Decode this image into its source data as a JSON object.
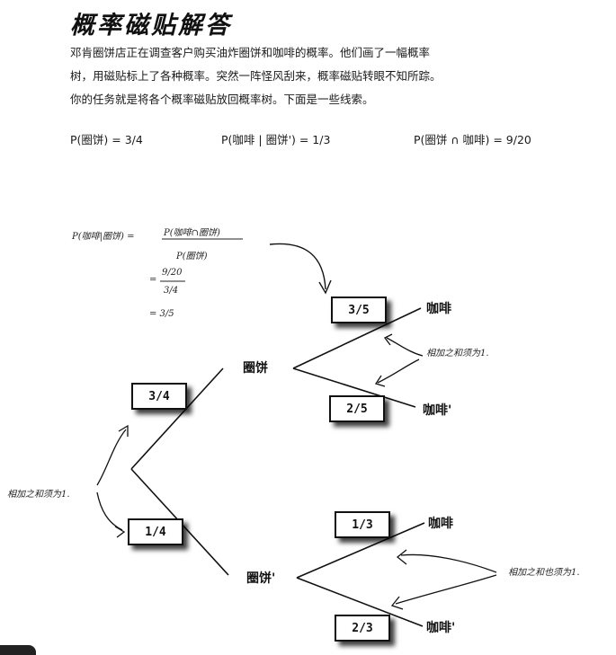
{
  "title": "概率磁贴解答",
  "intro": {
    "line1": "邓肯圈饼店正在调查客户购买油炸圈饼和咖啡的概率。他们画了一幅概率",
    "line2": "树，用磁贴标上了各种概率。突然一阵怪风刮来，概率磁贴转眼不知所踪。",
    "line3": "你的任务就是将各个概率磁贴放回概率树。下面是一些线索。"
  },
  "clues": {
    "clue1": "P(圈饼) = 3/4",
    "clue2": "P(咖啡 | 圈饼') = 1/3",
    "clue3": "P(圈饼 ∩ 咖啡) = 9/20"
  },
  "work": {
    "lhs": "P(咖啡|圈饼) =",
    "numerator": "P(咖啡∩圈饼)",
    "denominator": "P(圈饼)",
    "step_eq": "=",
    "step_num": "9/20",
    "step_den": "3/4",
    "result": "= 3/5"
  },
  "tree": {
    "node_donut": "圈饼",
    "node_not_donut": "圈饼'",
    "leaf_coffee_top": "咖啡",
    "leaf_not_coffee_top": "咖啡'",
    "leaf_coffee_bottom": "咖啡",
    "leaf_not_coffee_bottom": "咖啡'"
  },
  "magnets": {
    "p_donut": "3/4",
    "p_not_donut": "1/4",
    "p_coffee_given_donut": "3/5",
    "p_not_coffee_given_donut": "2/5",
    "p_coffee_given_not_donut": "1/3",
    "p_not_coffee_given_not_donut": "2/3"
  },
  "notes": {
    "sum_top": "相加之和须为1.",
    "sum_left": "相加之和须为1.",
    "sum_bottom": "相加之和也须为1."
  }
}
